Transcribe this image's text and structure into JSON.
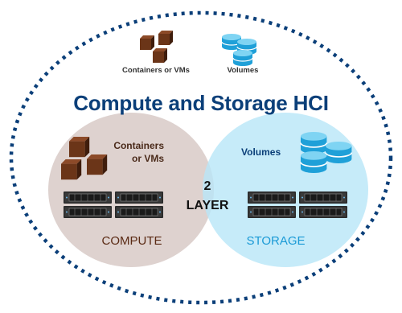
{
  "title": "Compute and Storage HCI",
  "top": {
    "containers_label": "Containers or VMs",
    "volumes_label": "Volumes"
  },
  "compute": {
    "label": "COMPUTE",
    "containers_line1": "Containers",
    "containers_line2": "or VMs",
    "color": "#5a2a14",
    "circle_color": "#dcd0cc"
  },
  "storage": {
    "label": "STORAGE",
    "volumes_label": "Volumes",
    "color": "#1a9ad6",
    "circle_color": "#b8e6f7"
  },
  "overlap": {
    "line1": "2",
    "line2": "LAYER"
  },
  "colors": {
    "title": "#0b3f79",
    "outline_dots": "#0b3f79",
    "cube": "#6b3518",
    "cylinder": "#1fa0d8",
    "server": "#2a2a2a"
  },
  "icons": [
    "cube-icon",
    "storage-cylinder-icon",
    "server-rack-icon"
  ]
}
